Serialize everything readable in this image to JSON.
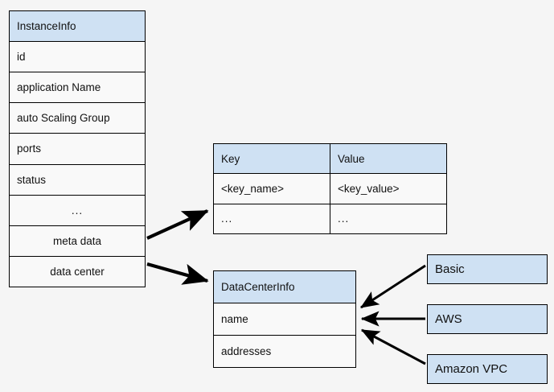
{
  "diagram": {
    "background_color": "#f5f5f5",
    "header_fill": "#cfe1f3",
    "row_fill": "#f9f9f9",
    "stroke_color": "#000000"
  },
  "instance_info": {
    "title": "InstanceInfo",
    "fields": [
      "id",
      "application Name",
      "auto Scaling Group",
      "ports",
      "status"
    ],
    "ellipsis": "...",
    "meta_data": "meta data",
    "data_center": "data center"
  },
  "metadata_table": {
    "columns": [
      "Key",
      "Value"
    ],
    "rows": [
      [
        "<key_name>",
        "<key_value>"
      ],
      [
        "...",
        "..."
      ]
    ]
  },
  "data_center_info": {
    "title": "DataCenterInfo",
    "fields": [
      "name",
      "addresses"
    ]
  },
  "data_center_types": [
    {
      "label": "Basic"
    },
    {
      "label": "AWS"
    },
    {
      "label": "Amazon VPC"
    }
  ],
  "connectors": [
    {
      "name": "meta-data-to-metadata-table",
      "from": "meta data",
      "to": "Key/Value table"
    },
    {
      "name": "data-center-to-datacenterinfo",
      "from": "data center",
      "to": "DataCenterInfo"
    },
    {
      "name": "basic-to-datacenterinfo",
      "from": "Basic",
      "to": "DataCenterInfo"
    },
    {
      "name": "aws-to-datacenterinfo",
      "from": "AWS",
      "to": "DataCenterInfo"
    },
    {
      "name": "amazon-vpc-to-datacenterinfo",
      "from": "Amazon VPC",
      "to": "DataCenterInfo"
    }
  ]
}
